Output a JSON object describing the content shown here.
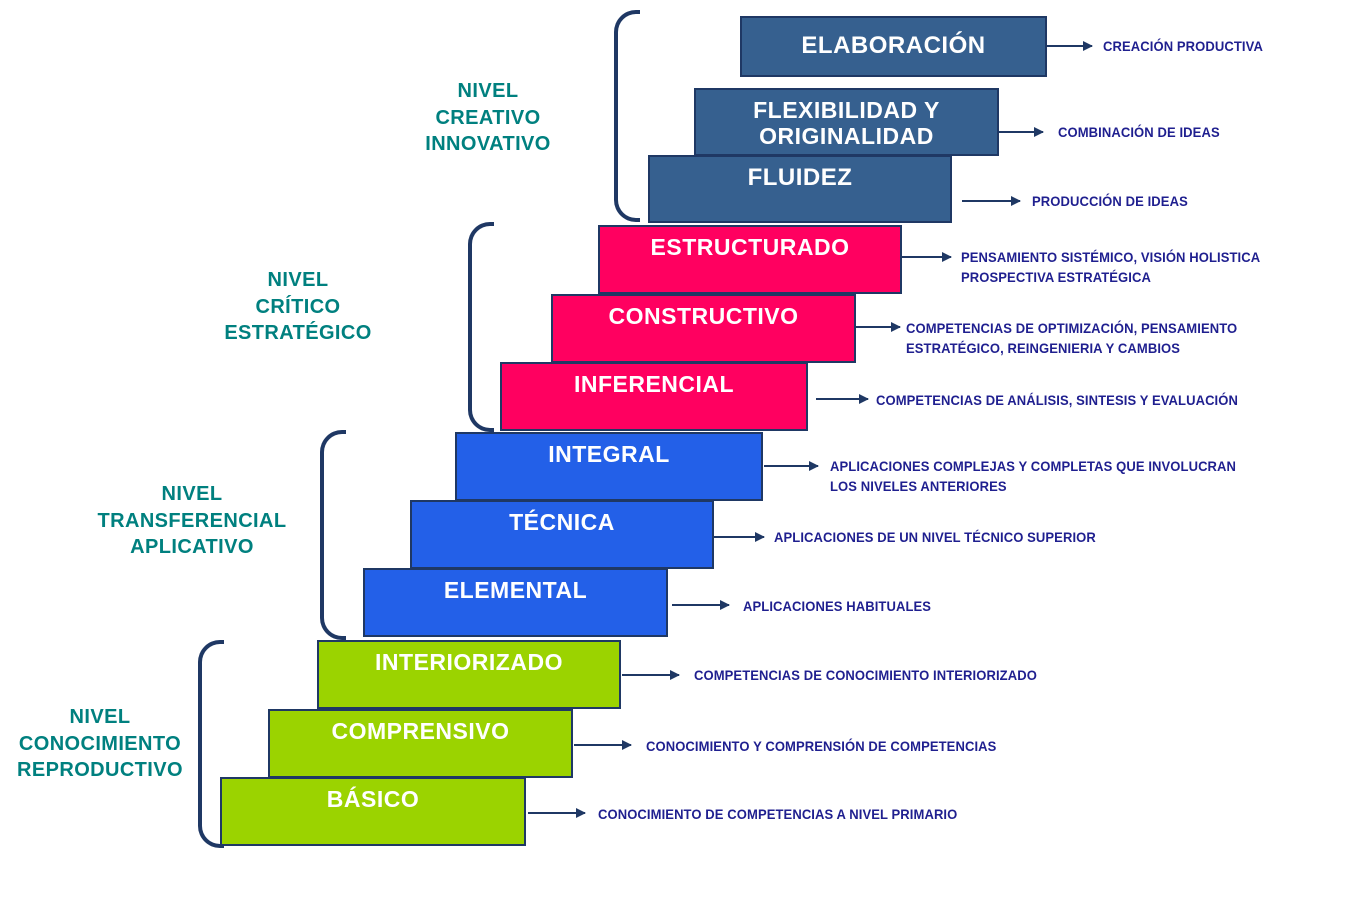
{
  "diagram": {
    "title_text": "",
    "colors": {
      "creative": "#36608F",
      "critical": "#FF0060",
      "transferential": "#2360E8",
      "knowledge": "#9BD300",
      "border": "#1F3864",
      "level_label": "#00807F",
      "description": "#1F1F8F"
    },
    "levels": [
      {
        "id": "creativo-innovativo",
        "label": "NIVEL\nCREATIVO\nINNOVATIVO"
      },
      {
        "id": "critico-estrategico",
        "label": "NIVEL\nCRÍTICO\nESTRATÉGICO"
      },
      {
        "id": "transferencial-aplicativo",
        "label": "NIVEL\nTRANSFERENCIAL\nAPLICATIVO"
      },
      {
        "id": "conocimiento-reproductivo",
        "label": "NIVEL\nCONOCIMIENTO\nREPRODUCTIVO"
      }
    ],
    "steps": [
      {
        "id": "elaboracion",
        "label": "ELABORACIÓN",
        "description": "CREACIÓN  PRODUCTIVA"
      },
      {
        "id": "flexibilidad",
        "label": "FLEXIBILIDAD Y\nORIGINALIDAD",
        "description": "COMBINACIÓN DE IDEAS"
      },
      {
        "id": "fluidez",
        "label": "FLUIDEZ",
        "description": "PRODUCCIÓN DE IDEAS"
      },
      {
        "id": "estructurado",
        "label": "ESTRUCTURADO",
        "description": "PENSAMIENTO SISTÉMICO, VISIÓN  HOLISTICA\nPROSPECTIVA ESTRATÉGICA"
      },
      {
        "id": "constructivo",
        "label": "CONSTRUCTIVO",
        "description": "COMPETENCIAS DE OPTIMIZACIÓN, PENSAMIENTO\nESTRATÉGICO, REINGENIERIA Y CAMBIOS"
      },
      {
        "id": "inferencial",
        "label": "INFERENCIAL",
        "description": "COMPETENCIAS  DE ANÁLISIS, SINTESIS Y EVALUACIÓN"
      },
      {
        "id": "integral",
        "label": "INTEGRAL",
        "description": "APLICACIONES  COMPLEJAS Y COMPLETAS QUE INVOLUCRAN\nLOS NIVELES ANTERIORES"
      },
      {
        "id": "tecnica",
        "label": "TÉCNICA",
        "description": "APLICACIONES DE UN NIVEL TÉCNICO SUPERIOR"
      },
      {
        "id": "elemental",
        "label": "ELEMENTAL",
        "description": "APLICACIONES  HABITUALES"
      },
      {
        "id": "interiorizado",
        "label": "INTERIORIZADO",
        "description": "COMPETENCIAS DE CONOCIMIENTO  INTERIORIZADO"
      },
      {
        "id": "comprensivo",
        "label": "COMPRENSIVO",
        "description": "CONOCIMIENTO Y COMPRENSIÓN DE COMPETENCIAS"
      },
      {
        "id": "basico",
        "label": "BÁSICO",
        "description": "CONOCIMIENTO  DE COMPETENCIAS A NIVEL PRIMARIO"
      }
    ]
  }
}
